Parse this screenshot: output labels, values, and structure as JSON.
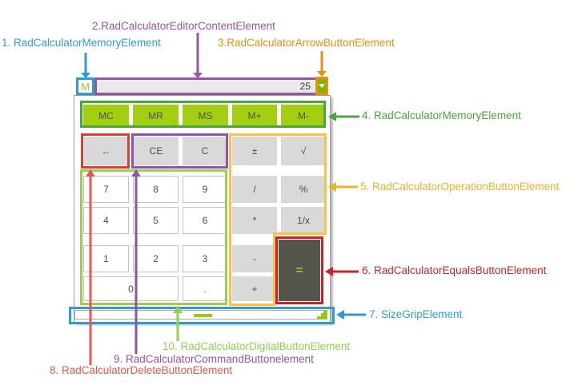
{
  "calc": {
    "memory_indicator": "M",
    "editor_value": "25",
    "mc": "MC",
    "mr": "MR",
    "ms": "MS",
    "mplus": "M+",
    "mminus": "M-",
    "backspace": "←",
    "ce": "CE",
    "c": "C",
    "plusminus": "±",
    "sqrt": "√",
    "divide": "/",
    "percent": "%",
    "multiply": "*",
    "reciprocal": "1/x",
    "minus": "-",
    "plus": "+",
    "equals": "=",
    "d7": "7",
    "d8": "8",
    "d9": "9",
    "d4": "4",
    "d5": "5",
    "d6": "6",
    "d1": "1",
    "d2": "2",
    "d3": "3",
    "d0": "0",
    "dot": "."
  },
  "labels": {
    "l1": "1. RadCalculatorMemoryElement",
    "l2": "2.RadCalculatorEditorContentElement",
    "l3": "3.RadCalculatorArrowButtonElement",
    "l4": "4. RadCalculatorMemoryElement",
    "l5": "5. RadCalculatorOperationButtonElement",
    "l6": "6. RadCalculatorEqualsButtonElement",
    "l7": "7. SizeGripElement",
    "l8": "8. RadCalculatorDeleteButtonElement",
    "l9": "9. RadCalculatorCommandButtonelement",
    "l10": "10. RadCalculatorDigitalButtonElement"
  },
  "colors": {
    "annotation_blue": "#2e9bd6",
    "annotation_purple": "#9455a3",
    "annotation_orange": "#ea8f10",
    "annotation_green": "#47a63c",
    "annotation_amber": "#f0b12c",
    "annotation_crimson": "#c8232b",
    "annotation_red": "#e8564f",
    "annotation_light_green": "#92d050",
    "button_green": "#a3ce12",
    "button_gray": "#d9d9d9",
    "equals_background": "#54564c",
    "equals_text": "#a8cc1f"
  },
  "icons": {
    "dropdown_arrow": "triangle-down",
    "size_grip": "corner-steps",
    "backspace_glyph": "left-arrow"
  }
}
